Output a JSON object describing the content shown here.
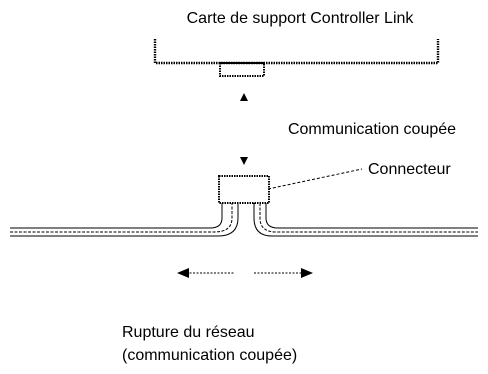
{
  "labels": {
    "board": "Carte de support Controller Link",
    "comm_cut": "Communication coupée",
    "connector": "Connecteur",
    "break_line1": "Rupture du réseau",
    "break_line2": "(communication coupée)"
  }
}
